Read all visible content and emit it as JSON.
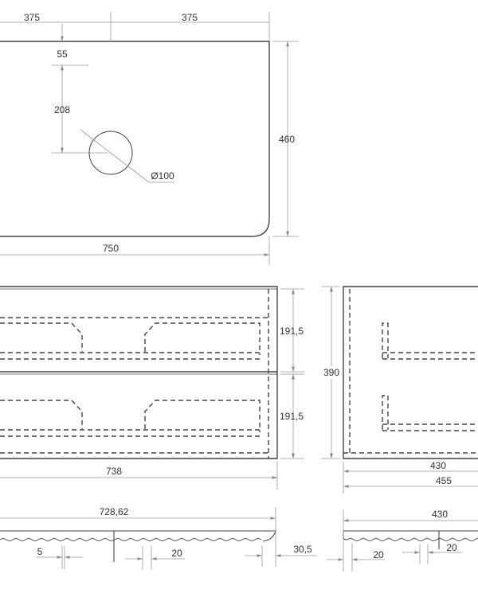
{
  "top_view": {
    "dim_left_half": "375",
    "dim_right_half": "375",
    "dim_offset": "55",
    "dim_hole_center": "208",
    "dim_hole_diameter": "Ø100",
    "dim_depth": "460",
    "dim_width": "750"
  },
  "front_view": {
    "dim_drawer_top": "191,5",
    "dim_drawer_bottom": "191,5",
    "dim_width": "738"
  },
  "side_view": {
    "dim_height": "390",
    "dim_depth_inner": "430",
    "dim_depth_outer": "455"
  },
  "section_front": {
    "dim_length": "728,62",
    "dim_gap_small": "5",
    "dim_gap": "20",
    "dim_edge": "30,5"
  },
  "section_side": {
    "dim_length": "430",
    "dim_gap_left": "20",
    "dim_gap_right": "20"
  }
}
